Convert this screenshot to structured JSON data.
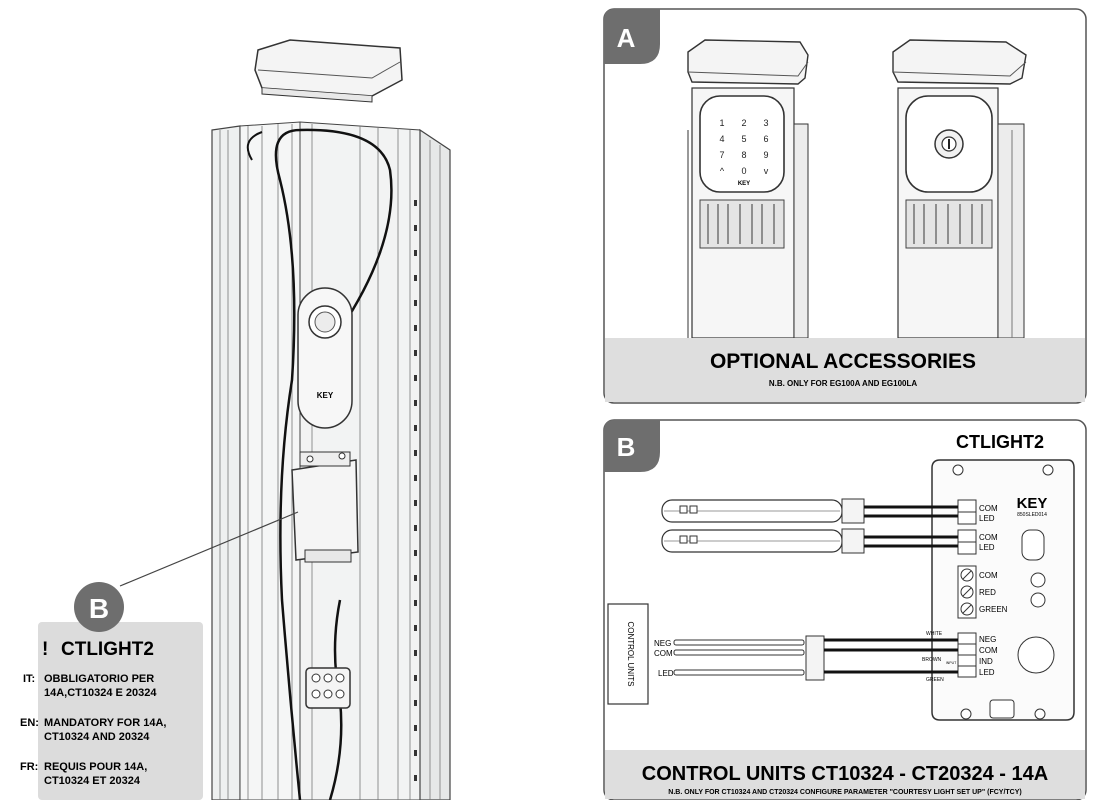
{
  "left_callout": {
    "badge": "B",
    "title_mark": "!",
    "title": "CTLIGHT2",
    "lines": [
      {
        "lang": "IT:",
        "text1": "OBBLIGATORIO PER",
        "text2": "14A,CT10324 E 20324"
      },
      {
        "lang": "EN:",
        "text1": "MANDATORY FOR 14A,",
        "text2": "CT10324 AND 20324"
      },
      {
        "lang": "FR:",
        "text1": "REQUIS POUR 14A,",
        "text2": "CT10324 ET 20324"
      }
    ]
  },
  "device_logo": "KEY",
  "panel_a": {
    "badge": "A",
    "keypad_keys": [
      "1",
      "2",
      "3",
      "4",
      "5",
      "6",
      "7",
      "8",
      "9",
      "^",
      "0",
      "v"
    ],
    "keypad_logo": "KEY",
    "title": "OPTIONAL ACCESSORIES",
    "note": "N.B. ONLY FOR EG100A AND EG100LA"
  },
  "panel_b": {
    "badge": "B",
    "module_title": "CTLIGHT2",
    "module_logo": "KEY",
    "module_code": "850SLED014",
    "led_terminals_1": [
      "COM",
      "LED"
    ],
    "led_terminals_2": [
      "COM",
      "LED"
    ],
    "rgb_terminals": [
      "COM",
      "RED",
      "GREEN"
    ],
    "ctrl_terminals": [
      "NEG",
      "COM",
      "IND",
      "LED"
    ],
    "ind_small_label": "INPUT",
    "wire_colors": [
      "WHITE",
      "BROWN",
      "GREEN"
    ],
    "control_units_label": "CONTROL UNITS",
    "cu_terminals": [
      "NEG",
      "COM",
      "LED"
    ],
    "title": "CONTROL UNITS CT10324 - CT20324 - 14A",
    "note": "N.B. ONLY FOR CT10324 AND CT20324 CONFIGURE PARAMETER \"COURTESY LIGHT SET UP\" (FCY/TCY)"
  }
}
